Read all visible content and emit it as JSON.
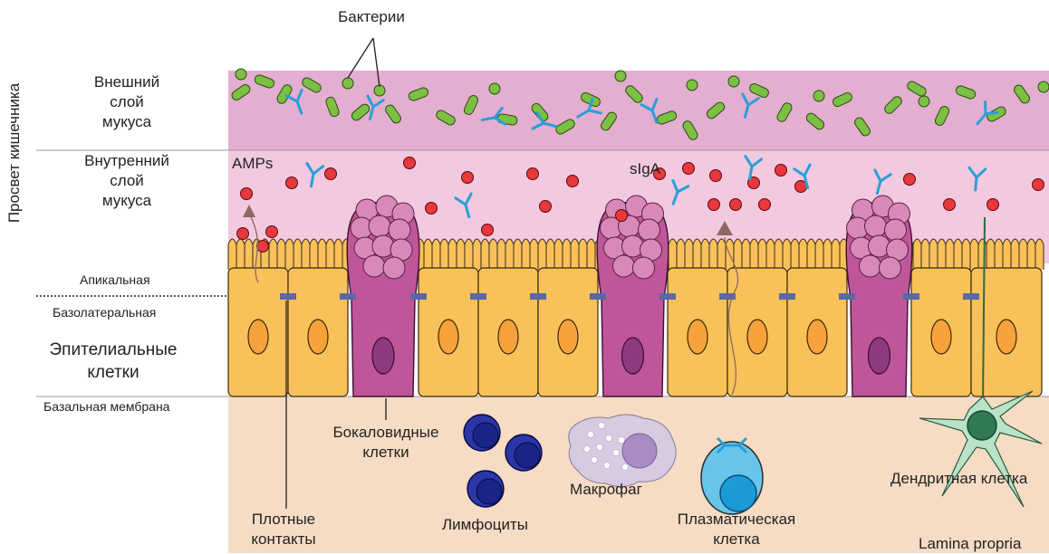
{
  "labels": {
    "bacteria": "Бактерии",
    "lumen": "Просвет кишечника",
    "outer_mucus": [
      "Внешний",
      "слой",
      "мукуса"
    ],
    "inner_mucus": [
      "Внутренний",
      "слой",
      "мукуса"
    ],
    "amps": "AMPs",
    "siga": "sIgA",
    "apical": "Апикальная",
    "basolateral": "Базолатеральная",
    "epithelial": [
      "Эпителиальные",
      "клетки"
    ],
    "basement": "Базальная мембрана",
    "goblet": [
      "Бокаловидные",
      "клетки"
    ],
    "tight_junctions": [
      "Плотные",
      "контакты"
    ],
    "lymphocytes": "Лимфоциты",
    "macrophage": "Макрофаг",
    "plasma_cell": [
      "Плазматическая",
      "клетка"
    ],
    "dendritic": "Дендритная клетка",
    "lamina_propria": "Lamina propria"
  },
  "colors": {
    "outer_mucus": "#e3aed0",
    "inner_mucus": "#f2c9df",
    "lamina_propria": "#f6dcc4",
    "epithelial_cell": "#f9c15a",
    "nucleus": "#f7a23a",
    "goblet_cell": "#c0569a",
    "goblet_granule": "#d989b8",
    "tight_junction": "#5868a8",
    "bacteria": "#7cc043",
    "amp": "#e8383e",
    "antibody": "#2a9fd8",
    "lymphocyte": "#2a36a8",
    "macrophage": "#d6cbe0",
    "plasma_cell": "#69c4ea",
    "dendritic_cell": "#b9e3c7"
  }
}
